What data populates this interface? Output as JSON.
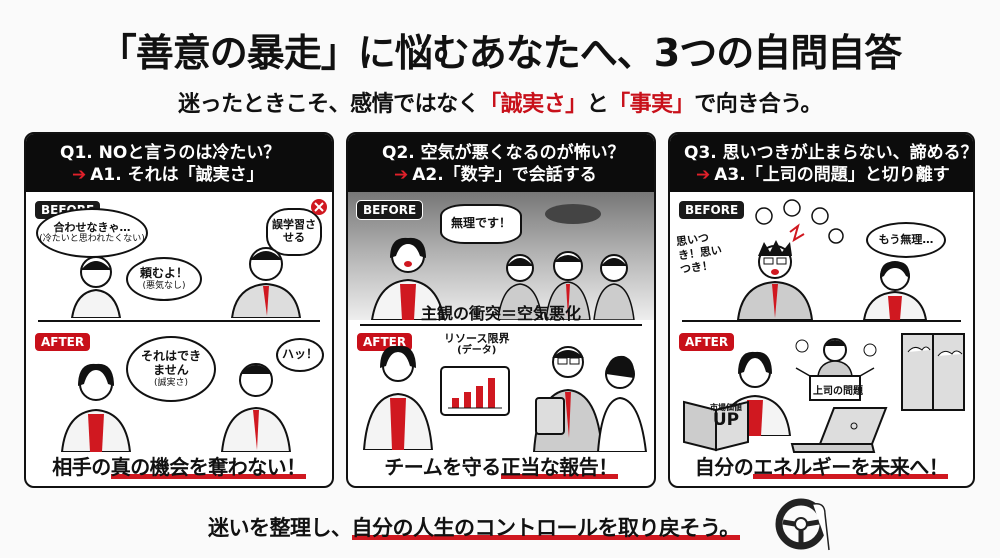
{
  "header": {
    "title": "「善意の暴走」に悩むあなたへ、3つの自問自答",
    "subtitle_prefix": "迷ったときこそ、感情ではなく",
    "subtitle_red1": "「誠実さ」",
    "subtitle_mid": "と",
    "subtitle_red2": "「事実」",
    "subtitle_suffix": "で向き合う。"
  },
  "colors": {
    "accent_red": "#c8101a",
    "header_black": "#0c0c0c",
    "background": "#fafafa"
  },
  "panels": [
    {
      "question": "Q1. NOと言うのは冷たい？",
      "answer": "A1. それは「誠実さ」",
      "before_label": "BEFORE",
      "before_bubbles": {
        "woman_main": "合わせなきゃ…",
        "woman_sub": "(冷たいと思われたくない)",
        "man_speech": "頼むよ！",
        "man_speech_sub": "(悪気なし)",
        "man_thought": "誤学習させる"
      },
      "after_label": "AFTER",
      "after_bubbles": {
        "woman_speech": "それはできません",
        "woman_speech_sub": "(誠実さ)",
        "man_speech": "ハッ！"
      },
      "caption_plain": "相手の",
      "caption_underlined": "真の機会を奪わない！"
    },
    {
      "question": "Q2. 空気が悪くなるのが怖い？",
      "answer": "A2.「数字」で会話する",
      "before_label": "BEFORE",
      "before_bubbles": {
        "woman_shout": "無理です！"
      },
      "before_caption": "主観の衝突＝空気悪化",
      "after_label": "AFTER",
      "after_bubbles": {
        "chart_label": "リソース限界",
        "chart_label_sub": "(データ)"
      },
      "caption_plain": "チームを守る",
      "caption_underlined": "正当な報告！"
    },
    {
      "question": "Q3. 思いつきが止まらない、諦める？",
      "answer": "A3.「上司の問題」と切り離す",
      "before_label": "BEFORE",
      "before_bubbles": {
        "boss_text": "思いつき！思いつき！",
        "woman_speech": "もう無理…"
      },
      "after_label": "AFTER",
      "after_bubbles": {
        "box_label": "上司の問題",
        "book_title": "市場価値",
        "book_big": "UP"
      },
      "caption_plain": "自分の",
      "caption_underlined": "エネルギーを未来へ！"
    }
  ],
  "footer": {
    "text_plain": "迷いを整理し、",
    "text_underlined": "自分の人生のコントロールを取り戻そう。",
    "icon": "steering-wheel-icon"
  }
}
